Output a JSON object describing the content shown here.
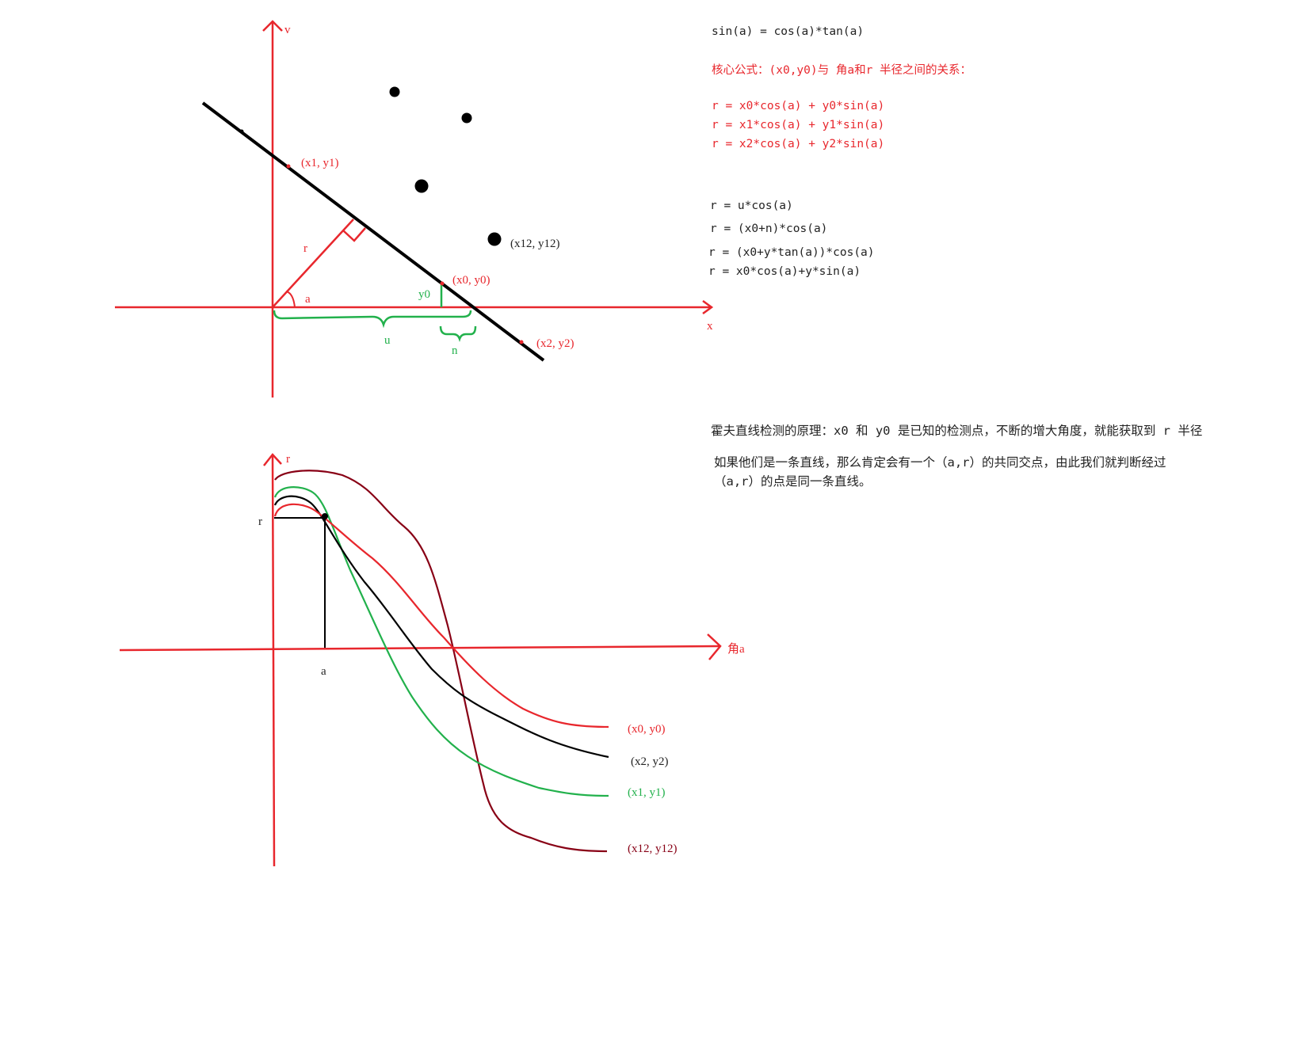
{
  "colors": {
    "axis": "#e8272d",
    "line": "#000000",
    "green": "#22b14c",
    "darkred": "#880015",
    "text_red": "#e8272d",
    "text_black": "#222222"
  },
  "top_diagram": {
    "axis_x_label": "x",
    "axis_y_label": "v",
    "point_x1y1": "(x1, y1)",
    "point_x0y0": "(x0, y0)",
    "point_x2y2": "(x2, y2)",
    "point_x12y12": "(x12, y12)",
    "label_r": "r",
    "label_a": "a",
    "label_y0": "y0",
    "label_u": "u",
    "label_n": "n"
  },
  "bottom_diagram": {
    "axis_x_label": "角a",
    "axis_y_label": "r",
    "label_r": "r",
    "label_a": "a",
    "legend": [
      {
        "label": "(x0, y0)",
        "color": "#e8272d"
      },
      {
        "label": "(x2, y2)",
        "color": "#000000"
      },
      {
        "label": "(x1, y1)",
        "color": "#22b14c"
      },
      {
        "label": "(x12, y12)",
        "color": "#880015"
      }
    ]
  },
  "notes": {
    "identity": "sin(a) = cos(a)*tan(a)",
    "core_title": "核心公式：(x0,y0)与 角a和r 半径之间的关系：",
    "core_formulas": [
      "r = x0*cos(a) + y0*sin(a)",
      "r = x1*cos(a) + y1*sin(a)",
      "r = x2*cos(a) + y2*sin(a)"
    ],
    "derivation": [
      "r = u*cos(a)",
      "r = (x0+n)*cos(a)",
      "r = (x0+y*tan(a))*cos(a)",
      "r = x0*cos(a)+y*sin(a)"
    ],
    "principle_1": "霍夫直线检测的原理：x0 和 y0 是已知的检测点，不断的增大角度，就能获取到 r 半径",
    "principle_2": "如果他们是一条直线，那么肯定会有一个（a,r）的共同交点，由此我们就判断经过",
    "principle_3": "（a,r）的点是同一条直线。"
  }
}
